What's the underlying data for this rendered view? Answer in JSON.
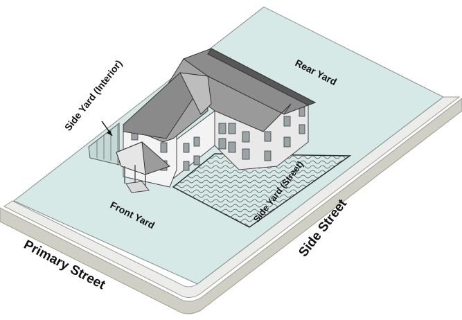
{
  "labels": {
    "rear_yard": "Rear Yard",
    "side_yard_interior": "Side Yard (Interior)",
    "side_yard_street": "Side Yard (Street)",
    "front_yard": "Front Yard",
    "primary_street": "Primary Street",
    "side_street": "Side Street"
  },
  "colors": {
    "lot": "#d6e9e7",
    "sidewalk": "#e9e9e4",
    "curb": "#cfcfc5",
    "roof": "#8e8e8e",
    "roof_dark": "#565656",
    "wall_light": "#f2f2f2",
    "wall_shade": "#dcdcdc",
    "window": "#9aa3a6"
  }
}
